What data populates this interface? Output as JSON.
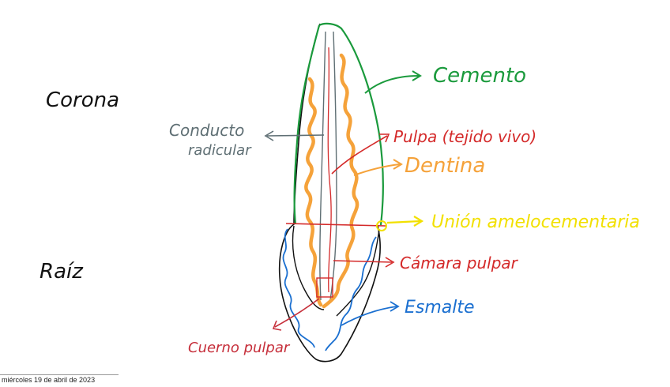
{
  "labels": {
    "corona": "Corona",
    "raiz": "Raíz",
    "conducto_line1": "Conducto",
    "conducto_line2": "radicular",
    "cemento": "Cemento",
    "pulpa": "Pulpa (tejido vivo)",
    "dentina": "Dentina",
    "union": "Unión amelocementaria",
    "camara": "Cámara pulpar",
    "esmalte": "Esmalte",
    "cuerno": "Cuerno pulpar"
  },
  "footer": {
    "date": "miércoles 19 de abril de 2023"
  },
  "colors": {
    "black": "#111111",
    "green": "#1a9a3c",
    "orange": "#f5a23a",
    "red": "#d42a2a",
    "crimson": "#c62e3a",
    "yellow": "#f2e000",
    "blue": "#1a6fd0",
    "gray": "#5f6f74"
  }
}
